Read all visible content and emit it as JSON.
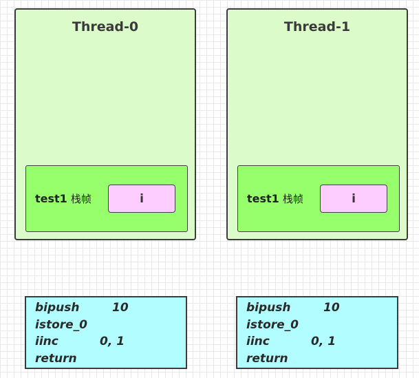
{
  "threads": [
    {
      "title": "Thread-0",
      "frame": {
        "method": "test1",
        "label": "栈帧",
        "variable": "i"
      }
    },
    {
      "title": "Thread-1",
      "frame": {
        "method": "test1",
        "label": "栈帧",
        "variable": "i"
      }
    }
  ],
  "bytecode": [
    {
      "lines": [
        {
          "op": "bipush",
          "arg": "10"
        },
        {
          "op": "istore_0",
          "arg": ""
        },
        {
          "op": "iinc",
          "arg": "0, 1"
        },
        {
          "op": "return",
          "arg": ""
        }
      ]
    },
    {
      "lines": [
        {
          "op": "bipush",
          "arg": "10"
        },
        {
          "op": "istore_0",
          "arg": ""
        },
        {
          "op": "iinc",
          "arg": "0, 1"
        },
        {
          "op": "return",
          "arg": ""
        }
      ]
    }
  ],
  "colors": {
    "thread_bg": "#dcfbcb",
    "frame_bg": "#96ff6b",
    "variable_bg": "#fecdff",
    "bytecode_bg": "#b2fdff",
    "border": "#3b3b3b"
  }
}
